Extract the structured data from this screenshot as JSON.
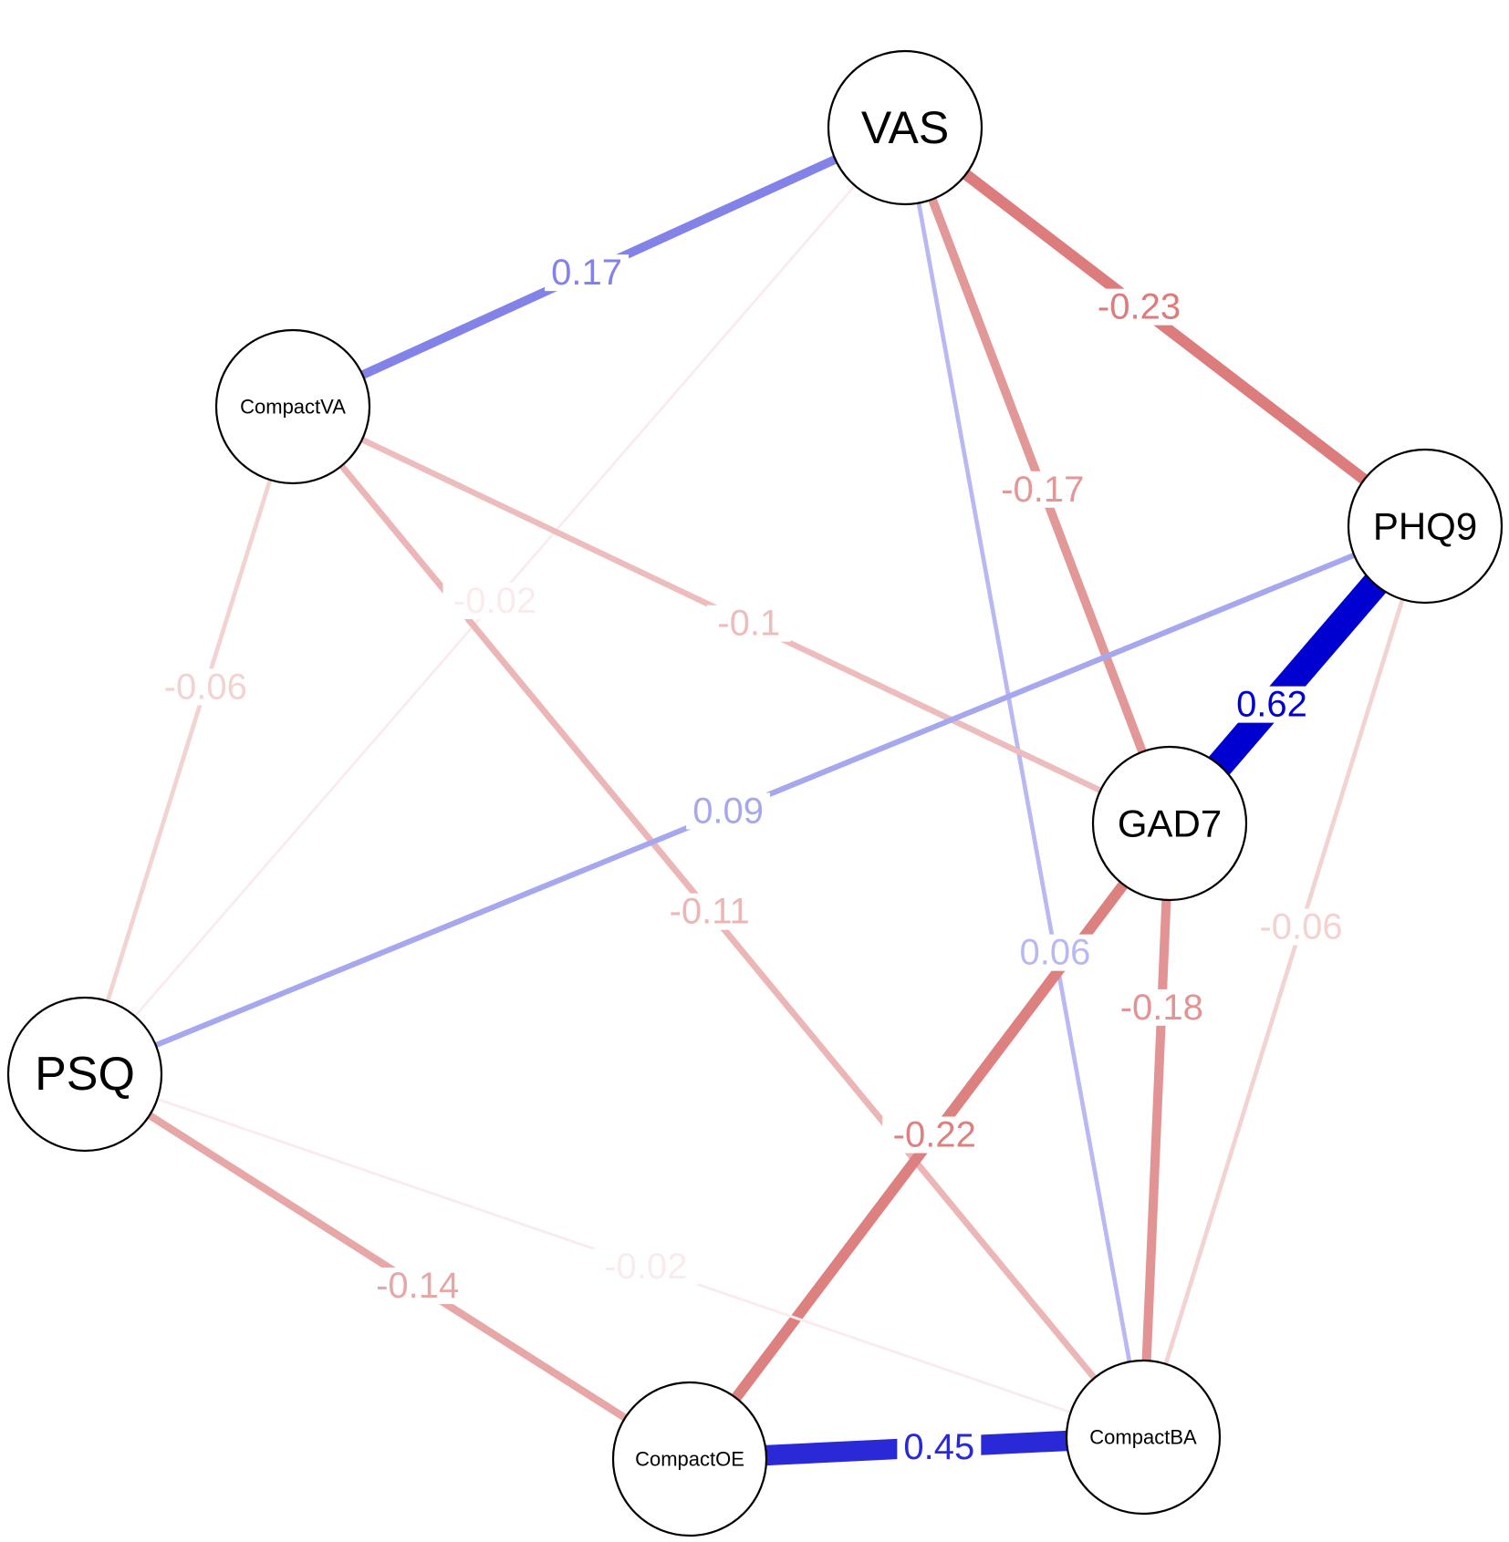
{
  "diagram": {
    "colors": {
      "positive": "#0000d0",
      "negative": "#dc7c7c"
    },
    "nodes": [
      {
        "id": "VAS",
        "label": "VAS"
      },
      {
        "id": "CompactVA",
        "label": "CompactVA"
      },
      {
        "id": "PHQ9",
        "label": "PHQ9"
      },
      {
        "id": "GAD7",
        "label": "GAD7"
      },
      {
        "id": "PSQ",
        "label": "PSQ"
      },
      {
        "id": "CompactOE",
        "label": "CompactOE"
      },
      {
        "id": "CompactBA",
        "label": "CompactBA"
      }
    ],
    "edges": [
      {
        "from": "VAS",
        "to": "CompactVA",
        "weight": 0.17,
        "label": "0.17"
      },
      {
        "from": "VAS",
        "to": "PHQ9",
        "weight": -0.23,
        "label": "-0.23"
      },
      {
        "from": "VAS",
        "to": "GAD7",
        "weight": -0.17,
        "label": "-0.17"
      },
      {
        "from": "VAS",
        "to": "PSQ",
        "weight": -0.02,
        "label": "-0.02"
      },
      {
        "from": "VAS",
        "to": "CompactBA",
        "weight": 0.06,
        "label": "0.06"
      },
      {
        "from": "CompactVA",
        "to": "GAD7",
        "weight": -0.1,
        "label": "-0.1"
      },
      {
        "from": "CompactVA",
        "to": "PSQ",
        "weight": -0.06,
        "label": "-0.06"
      },
      {
        "from": "CompactVA",
        "to": "CompactBA",
        "weight": -0.11,
        "label": "-0.11"
      },
      {
        "from": "PHQ9",
        "to": "GAD7",
        "weight": 0.62,
        "label": "0.62"
      },
      {
        "from": "PHQ9",
        "to": "PSQ",
        "weight": 0.09,
        "label": "0.09"
      },
      {
        "from": "PHQ9",
        "to": "CompactBA",
        "weight": -0.06,
        "label": "-0.06"
      },
      {
        "from": "GAD7",
        "to": "CompactOE",
        "weight": -0.22,
        "label": "-0.22"
      },
      {
        "from": "GAD7",
        "to": "CompactBA",
        "weight": -0.18,
        "label": "-0.18"
      },
      {
        "from": "PSQ",
        "to": "CompactOE",
        "weight": -0.14,
        "label": "-0.14"
      },
      {
        "from": "PSQ",
        "to": "CompactBA",
        "weight": -0.02,
        "label": "-0.02"
      },
      {
        "from": "CompactOE",
        "to": "CompactBA",
        "weight": 0.45,
        "label": "0.45"
      }
    ]
  }
}
